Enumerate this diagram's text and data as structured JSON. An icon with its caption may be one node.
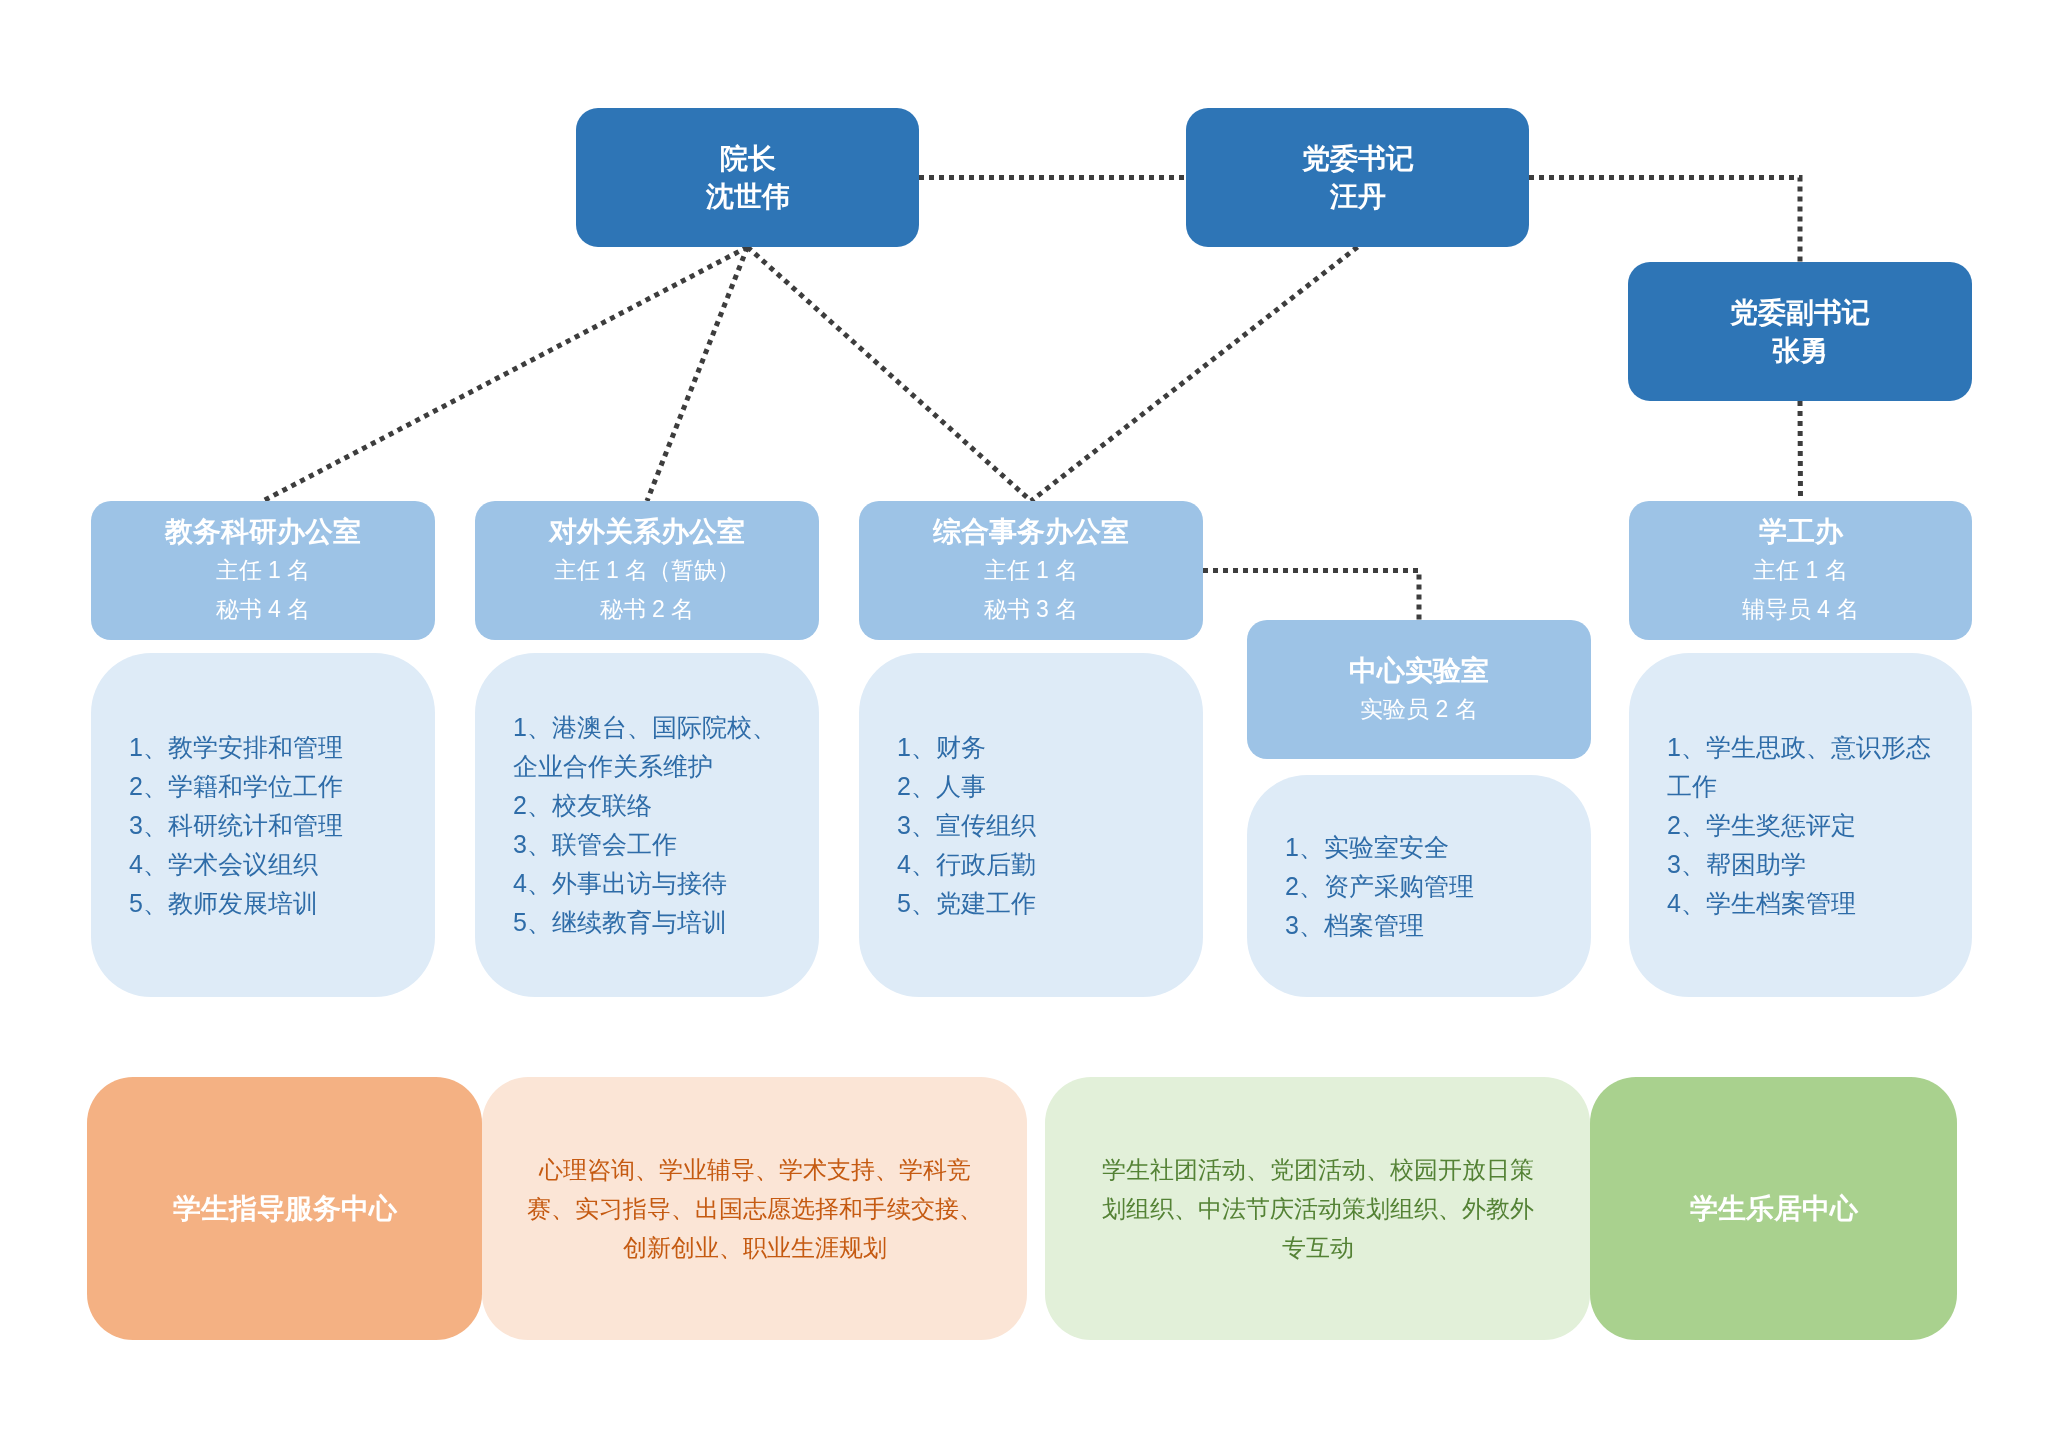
{
  "diagram": {
    "nodes": [
      {
        "text": [
          "院长",
          "沈世伟"
        ]
      },
      {
        "text": [
          "党委书记",
          "汪丹"
        ]
      },
      {
        "text": [
          "党委副书记",
          "张勇"
        ]
      },
      {
        "text": [
          "教务科研办公室",
          "主任 1 名",
          "秘书 4 名"
        ]
      },
      {
        "text": [
          "对外关系办公室",
          "主任 1 名（暂缺）",
          "秘书 2 名"
        ]
      },
      {
        "text": [
          "综合事务办公室",
          "主任 1 名",
          "秘书 3 名"
        ]
      },
      {
        "text": [
          "中心实验室",
          "实验员 2 名"
        ]
      },
      {
        "text": [
          "学工办",
          "主任 1 名",
          "辅导员 4 名"
        ]
      },
      {
        "text": [
          "1、教学安排和管理",
          "2、学籍和学位工作",
          "3、科研统计和管理",
          "4、学术会议组织",
          "5、教师发展培训"
        ]
      },
      {
        "text": [
          "1、港澳台、国际院校、企业合作关系维护",
          "2、校友联络",
          "3、联管会工作",
          "4、外事出访与接待",
          "5、继续教育与培训"
        ]
      },
      {
        "text": [
          "1、财务",
          "2、人事",
          "3、宣传组织",
          "4、行政后勤",
          "5、党建工作"
        ]
      },
      {
        "text": [
          "1、实验室安全",
          "2、资产采购管理",
          "3、档案管理"
        ]
      },
      {
        "text": [
          "1、学生思政、意识形态工作",
          "2、学生奖惩评定",
          "3、帮困助学",
          "4、学生档案管理"
        ]
      },
      {
        "text": [
          "学生指导服务中心"
        ]
      },
      {
        "text": [
          "心理咨询、学业辅导、学术支持、学科竞赛、实习指导、出国志愿选择和手续交接、创新创业、职业生涯规划"
        ]
      },
      {
        "text": [
          "学生社团活动、党团活动、校园开放日策划组织、中法节庆活动策划组织、外教外专互动"
        ]
      },
      {
        "text": [
          "学生乐居中心"
        ]
      }
    ],
    "edges": [
      {
        "from": 0,
        "to": 1,
        "arrow": "none"
      },
      {
        "from": 1,
        "to": 2,
        "arrow": "none"
      },
      {
        "from": 0,
        "to": 3,
        "arrow": "none"
      },
      {
        "from": 0,
        "to": 4,
        "arrow": "none"
      },
      {
        "from": 0,
        "to": 5,
        "arrow": "none"
      },
      {
        "from": 1,
        "to": 5,
        "arrow": "none"
      },
      {
        "from": 5,
        "to": 6,
        "arrow": "none"
      },
      {
        "from": 2,
        "to": 7,
        "arrow": "none"
      }
    ]
  }
}
